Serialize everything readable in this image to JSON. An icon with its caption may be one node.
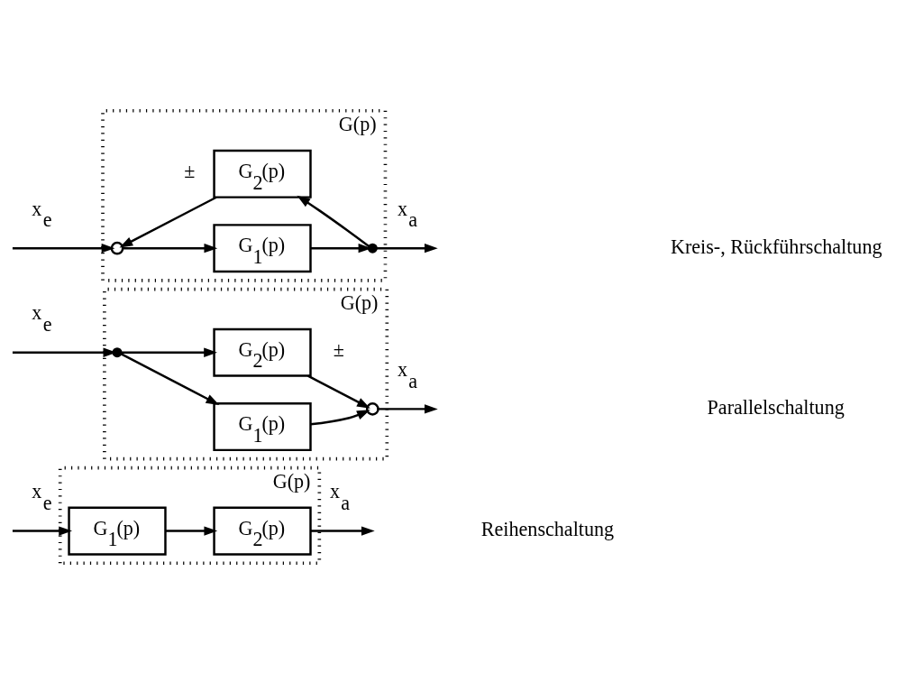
{
  "diagram": {
    "nodes": [
      {
        "text": [
          "G(p)"
        ]
      },
      {
        "text": [
          "G$_{1}$(p)"
        ],
        "in": 0
      },
      {
        "text": [
          "G$_{2}$(p)"
        ],
        "in": 0
      },
      {
        "text": [
          "G(p)"
        ]
      },
      {
        "text": [
          "G$_{1}$(p)"
        ],
        "in": 3
      },
      {
        "text": [],
        "shape": "circle",
        "in": 3
      },
      {
        "text": [
          "G$_{2}$(p)"
        ],
        "in": 3
      },
      {
        "text": [],
        "shape": "circle",
        "in": 3
      },
      {
        "text": [
          "G(p)"
        ]
      },
      {
        "text": [],
        "shape": "circle",
        "in": 8
      },
      {
        "text": [
          "G$_{1}$(p)"
        ],
        "in": 8
      },
      {
        "text": [
          "G$_{2}$(p)"
        ],
        "in": 8
      },
      {
        "text": [],
        "shape": "circle",
        "in": 8
      }
    ],
    "edges": [
      {
        "from": null,
        "to": 1,
        "arrow": "to",
        "label": "x$_{e}$"
      },
      {
        "from": 1,
        "to": 2,
        "arrow": "to"
      },
      {
        "from": 2,
        "to": null,
        "arrow": "to",
        "label": "x$_{a}$"
      },
      {
        "from": null,
        "to": 5,
        "arrow": "to",
        "label": "x$_{e}$"
      },
      {
        "from": 5,
        "to": 4,
        "arrow": "to"
      },
      {
        "from": 5,
        "to": 6,
        "arrow": "to"
      },
      {
        "from": 4,
        "to": 7,
        "arrow": "to"
      },
      {
        "from": 6,
        "to": 7,
        "arrow": "to",
        "label": "±"
      },
      {
        "from": 7,
        "to": null,
        "arrow": "to",
        "label": "x$_{a}$"
      },
      {
        "from": null,
        "to": 9,
        "arrow": "to",
        "label": "x$_{e}$"
      },
      {
        "from": 9,
        "to": 10,
        "arrow": "to"
      },
      {
        "from": 10,
        "to": 12,
        "arrow": "to"
      },
      {
        "from": 12,
        "to": 11,
        "arrow": "to"
      },
      {
        "from": 11,
        "to": 9,
        "arrow": "to",
        "label": "±"
      },
      {
        "from": 12,
        "to": null,
        "arrow": "to",
        "label": "x$_{a}$"
      }
    ],
    "labels": [
      "Reihenschaltung",
      "Parallelschaltung",
      "Kreis-, Rückführschaltung"
    ]
  }
}
